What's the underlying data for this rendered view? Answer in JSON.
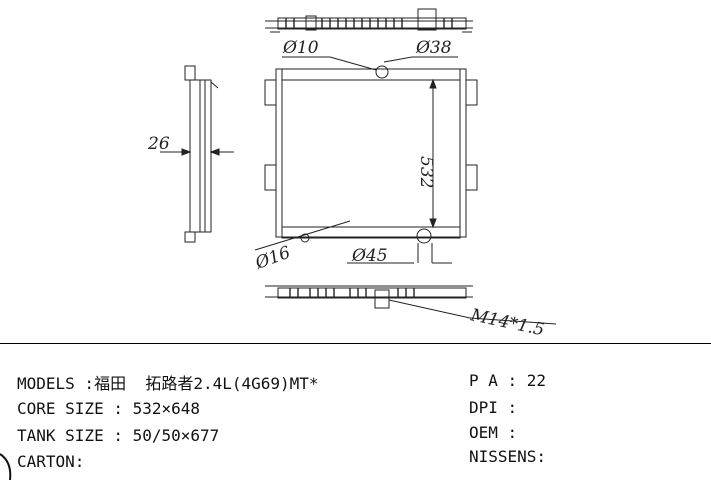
{
  "dimensions": {
    "dia10": "Ø10",
    "dia38": "Ø38",
    "dia16": "Ø16",
    "dia45": "Ø45",
    "thickness": "26",
    "height": "532",
    "thread": "M14*1.5"
  },
  "specs": {
    "models": "MODELS :福田  拓路者2.4L(4G69)MT*",
    "core_size": "CORE SIZE : 532×648",
    "tank_size": "TANK SIZE : 50/50×677",
    "carton": "CARTON:",
    "pa": "P A : 22",
    "dpi": "DPI :",
    "oem": "OEM :",
    "nissens": "NISSENS:"
  }
}
